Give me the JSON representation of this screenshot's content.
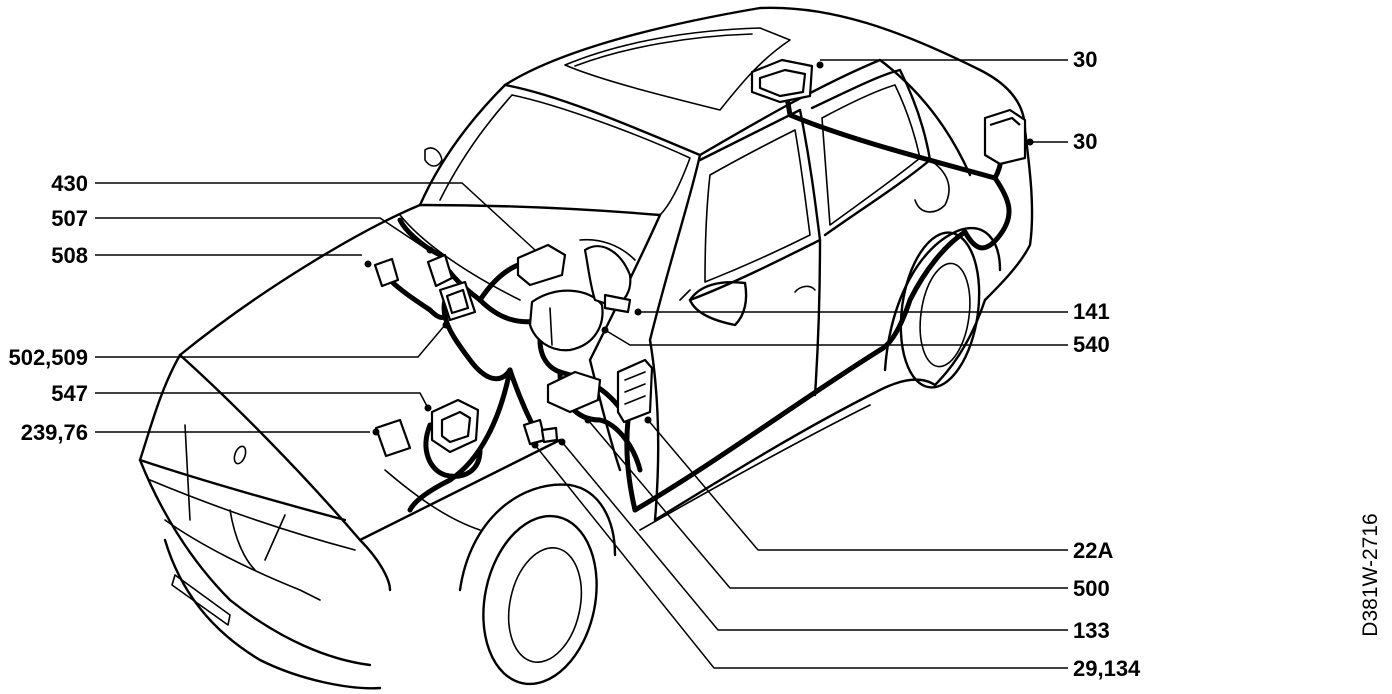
{
  "figure_code": "D381W-2716",
  "callouts": [
    {
      "id": "roof-left",
      "label": "30"
    },
    {
      "id": "trunk-right",
      "label": "30"
    },
    {
      "id": "c430",
      "label": "430"
    },
    {
      "id": "c507",
      "label": "507"
    },
    {
      "id": "c508",
      "label": "508"
    },
    {
      "id": "c141",
      "label": "141"
    },
    {
      "id": "c540",
      "label": "540"
    },
    {
      "id": "c502",
      "label": "502,509"
    },
    {
      "id": "c547",
      "label": "547"
    },
    {
      "id": "c239",
      "label": "239,76"
    },
    {
      "id": "c22a",
      "label": "22A"
    },
    {
      "id": "c500",
      "label": "500"
    },
    {
      "id": "c133",
      "label": "133"
    },
    {
      "id": "c29",
      "label": "29,134"
    }
  ]
}
